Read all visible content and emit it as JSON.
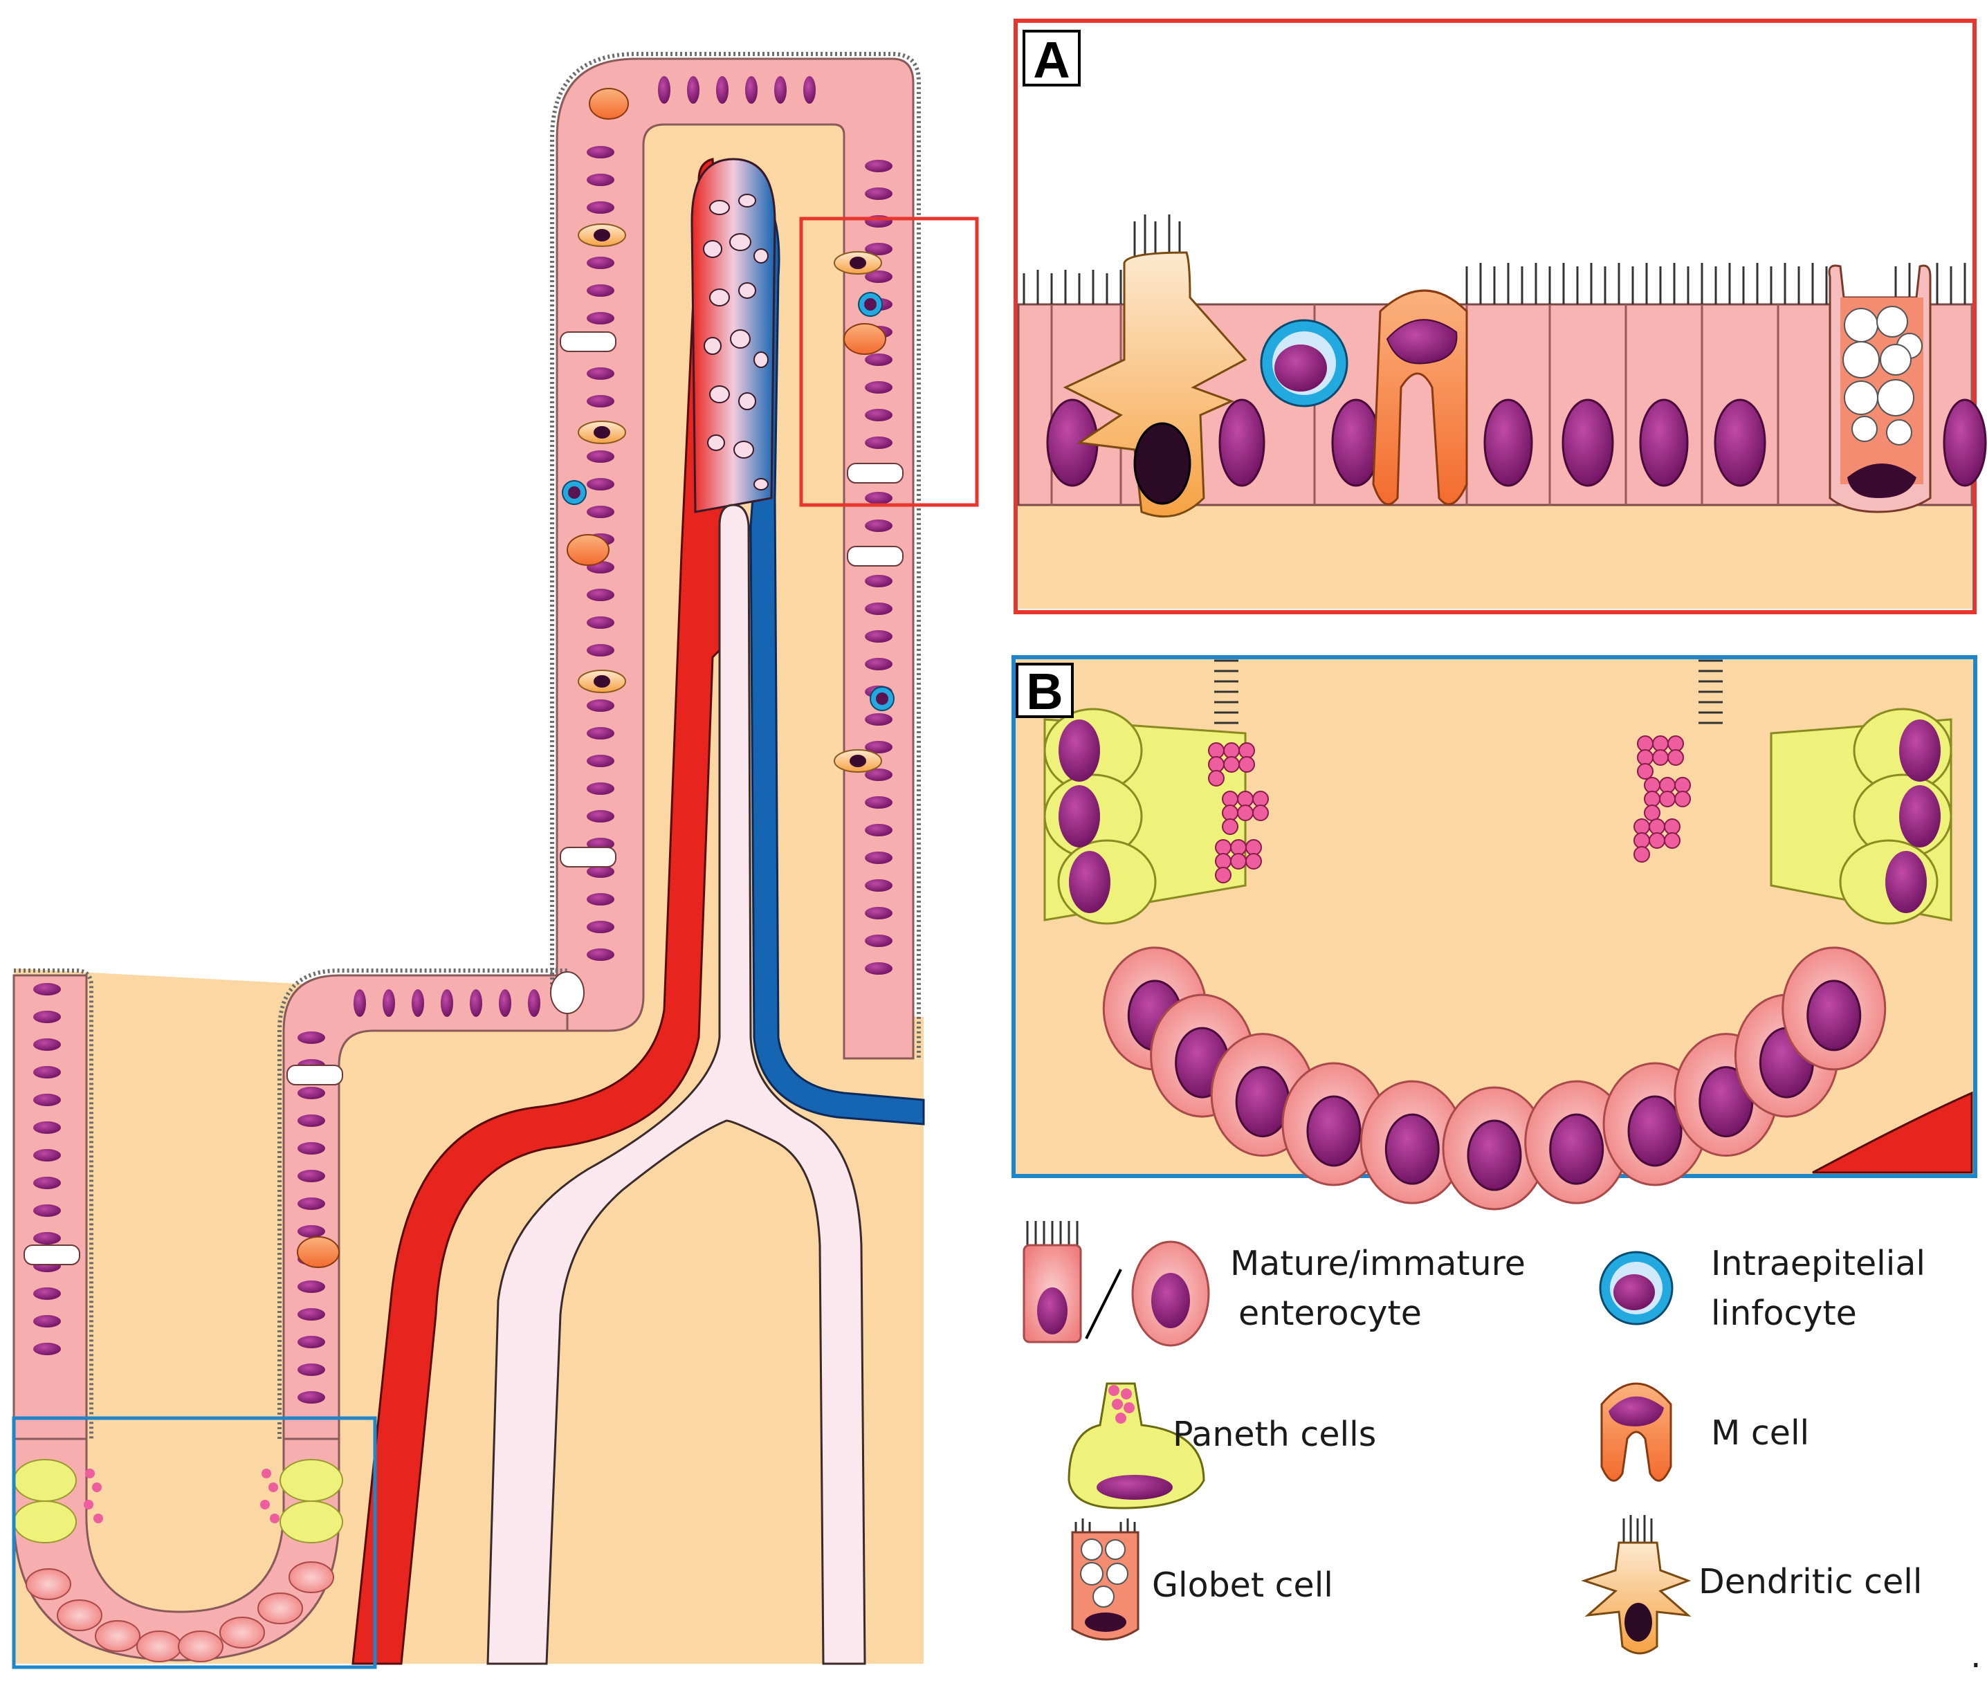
{
  "panels": {
    "a": {
      "letter": "A",
      "border_color": "#e8352e"
    },
    "b": {
      "letter": "B",
      "border_color": "#1f87c9"
    }
  },
  "legend": {
    "enterocyte_line1": "Mature/immature",
    "enterocyte_line2": "enterocyte",
    "lymphocyte_line1": "Intraepitelial",
    "lymphocyte_line2": "linfocyte",
    "paneth": "Paneth cells",
    "mcell": "M cell",
    "goblet": "Globet cell",
    "dendritic": "Dendritic cell"
  },
  "trailing_mark": ".",
  "colors": {
    "lamina_propria": "#fbd7a4",
    "epithelium": "#f7aeae",
    "nucleus": "#92267e",
    "artery": "#e8241f",
    "vein": "#1565b3",
    "lymphatic": "#fbe8ef",
    "paneth": "#eef27a",
    "lymphocyte_ring": "#22a9e0",
    "mcell": "#f88a4a",
    "dendritic": "#f9b96e"
  }
}
